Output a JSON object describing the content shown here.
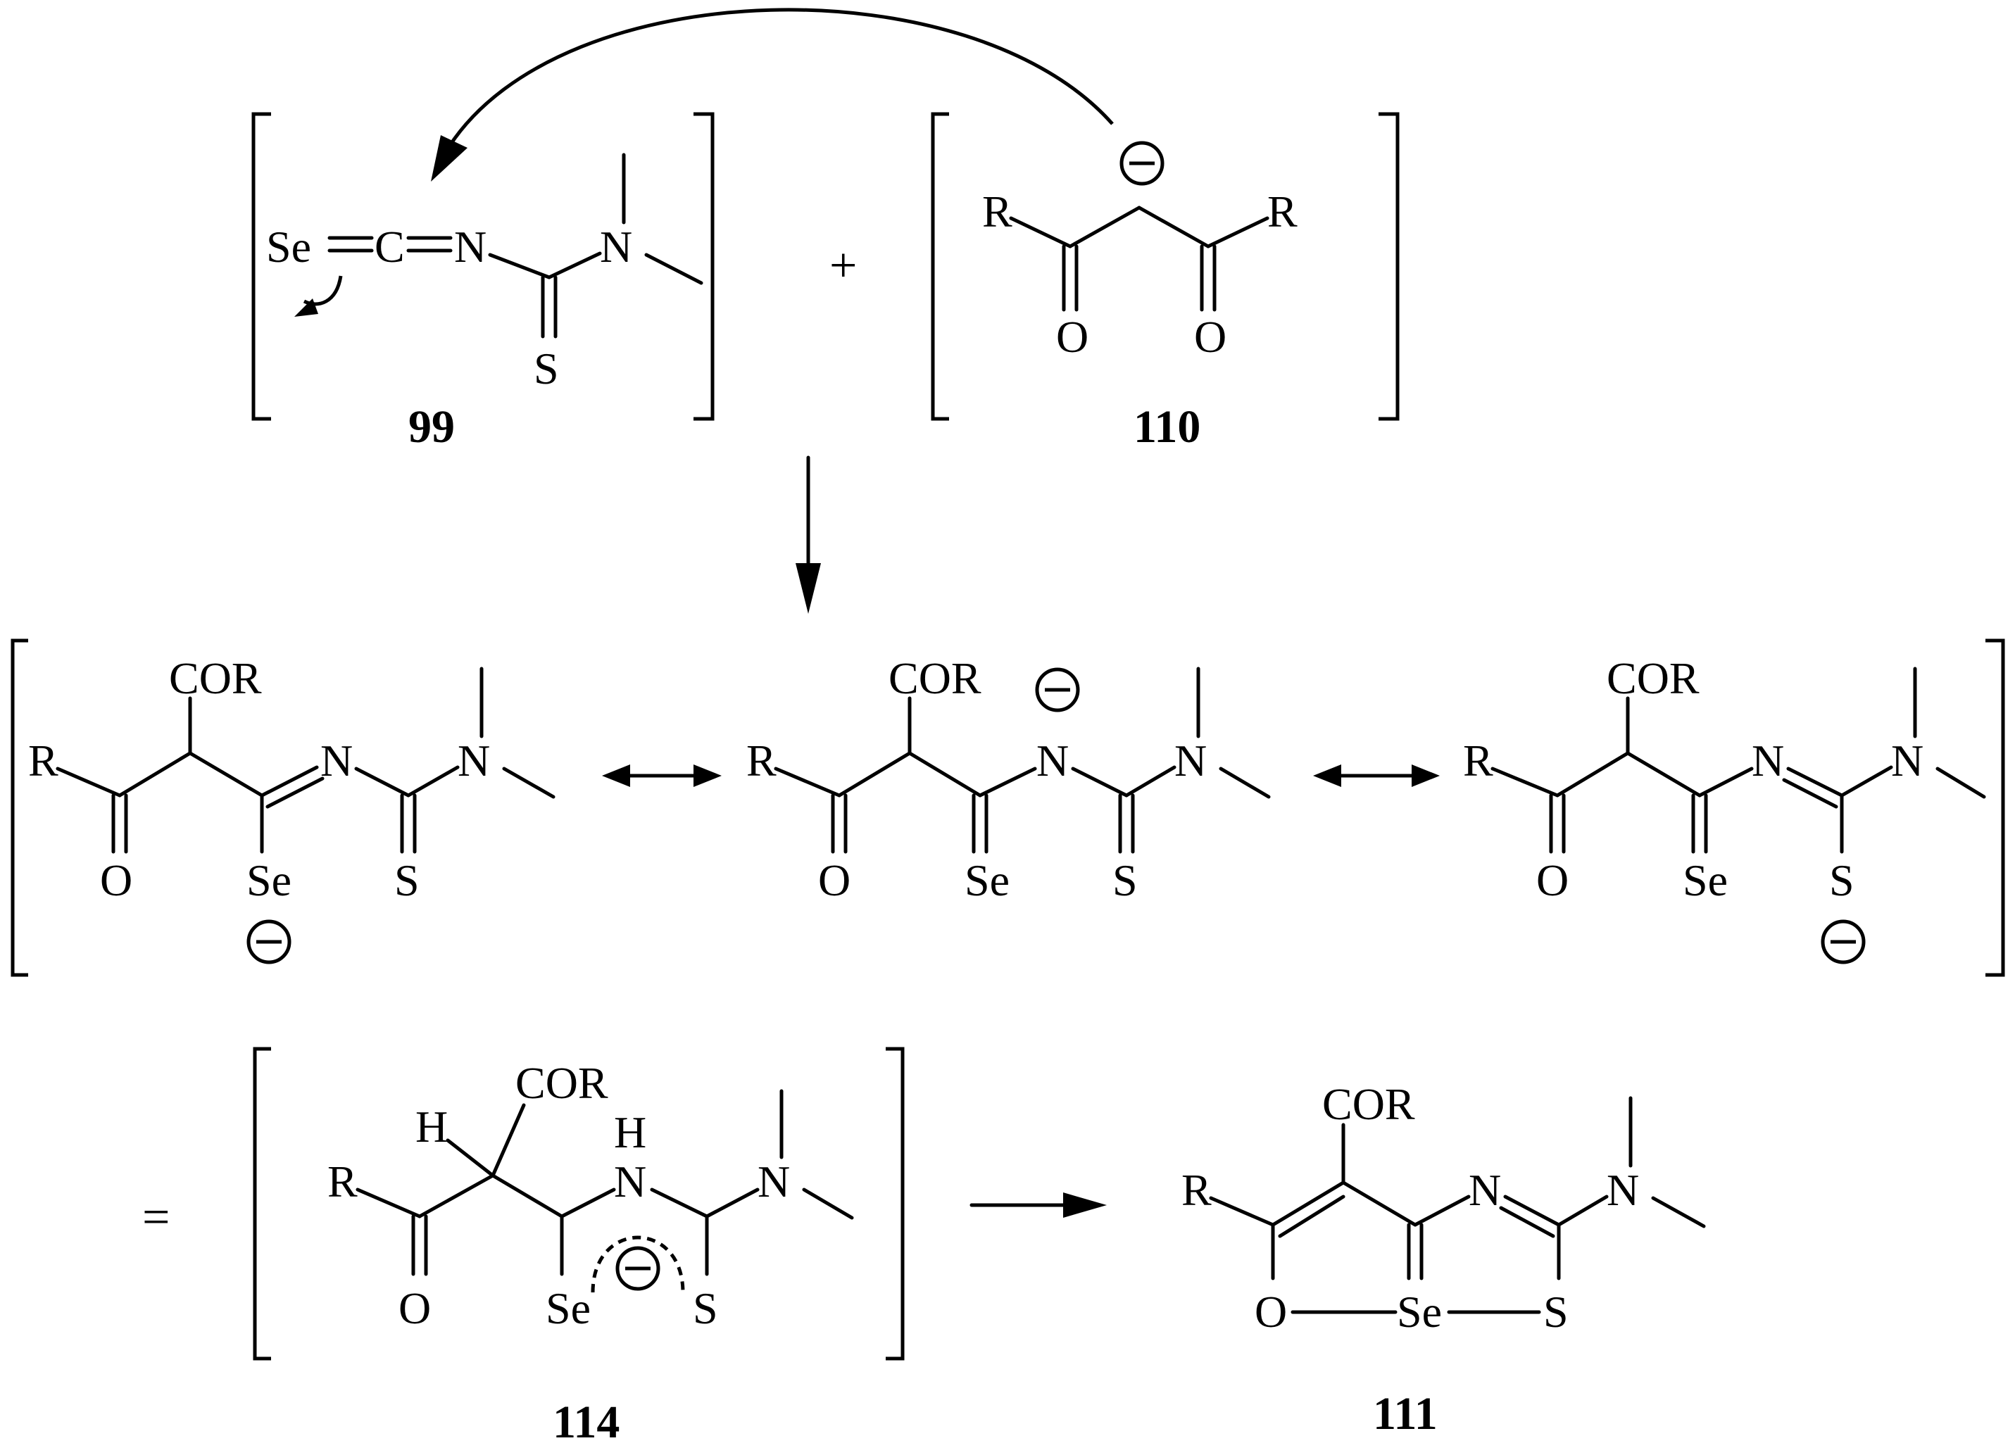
{
  "atoms": {
    "Se": "Se",
    "C": "C",
    "N": "N",
    "S": "S",
    "O": "O",
    "R": "R",
    "H": "H",
    "COR": "COR"
  },
  "operators": {
    "plus": "+",
    "equals": "="
  },
  "compound_labels": {
    "c99": "99",
    "c110": "110",
    "c114": "114",
    "c111": "111"
  },
  "colors": {
    "ink": "#000000",
    "background": "#ffffff"
  }
}
